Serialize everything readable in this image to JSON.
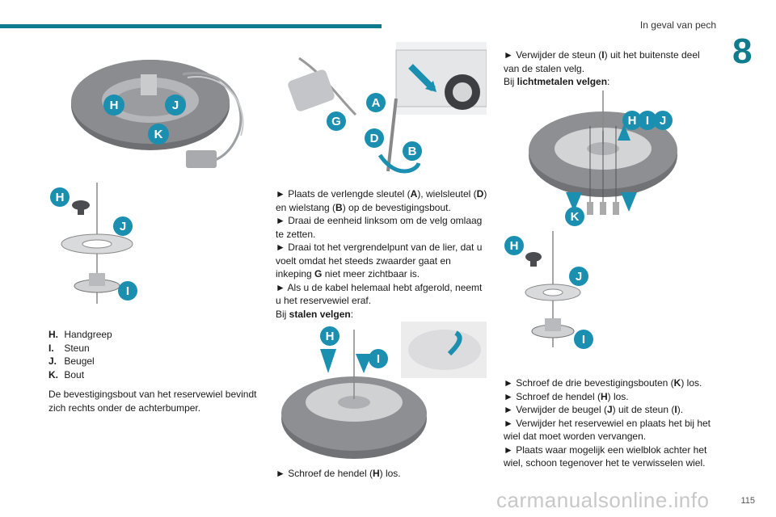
{
  "header": {
    "title": "In geval van pech",
    "chapter": "8"
  },
  "page_number": "115",
  "watermark": "carmanualsonline.info",
  "col1": {
    "figure1_labels": [
      "H",
      "J",
      "K"
    ],
    "figure2_labels": [
      "H",
      "J",
      "I"
    ],
    "legend": [
      {
        "key": "H.",
        "value": "Handgreep"
      },
      {
        "key": "I.",
        "value": "Steun"
      },
      {
        "key": "J.",
        "value": "Beugel"
      },
      {
        "key": "K.",
        "value": "Bout"
      }
    ],
    "paragraph": "De bevestigingsbout van het reservewiel bevindt zich rechts onder de achterbumper."
  },
  "col2": {
    "figure1_labels": [
      "A",
      "G",
      "D",
      "B"
    ],
    "p1_a": "► Plaats de verlengde sleutel (",
    "p1_b": "A",
    "p1_c": "), wielsleutel (",
    "p1_d": "D",
    "p1_e": ") en wielstang (",
    "p1_f": "B",
    "p1_g": ") op de bevestigingsbout.",
    "p2": "► Draai de eenheid linksom om de velg omlaag te zetten.",
    "p3_a": "► Draai tot het vergrendelpunt van de lier, dat u voelt omdat het steeds zwaarder gaat en inkeping ",
    "p3_b": "G",
    "p3_c": " niet meer zichtbaar is.",
    "p4": "► Als u de kabel helemaal hebt afgerold, neemt u het reservewiel eraf.",
    "p5_a": "Bij ",
    "p5_b": "stalen velgen",
    "p5_c": ":",
    "figure2_labels": [
      "H",
      "I"
    ],
    "p6_a": "► Schroef de hendel (",
    "p6_b": "H",
    "p6_c": ") los."
  },
  "col3": {
    "p1_a": "► Verwijder de steun (",
    "p1_b": "I",
    "p1_c": ") uit het buitenste deel van de stalen velg.",
    "p2_a": "Bij ",
    "p2_b": "lichtmetalen velgen",
    "p2_c": ":",
    "figure1_labels": [
      "H",
      "I",
      "J",
      "K"
    ],
    "figure2_labels": [
      "H",
      "J",
      "I"
    ],
    "s1_a": "► Schroef de drie bevestigingsbouten (",
    "s1_b": "K",
    "s1_c": ") los.",
    "s2_a": "► Schroef de hendel (",
    "s2_b": "H",
    "s2_c": ") los.",
    "s3_a": "► Verwijder de beugel (",
    "s3_b": "J",
    "s3_c": ") uit de steun (",
    "s3_d": "I",
    "s3_e": ").",
    "s4": "► Verwijder het reservewiel en plaats het bij het wiel dat moet worden vervangen.",
    "s5": "► Plaats waar mogelijk een wielblok achter het wiel, schoon tegenover het te verwisselen wiel."
  },
  "colors": {
    "accent": "#0e7c8c",
    "callout": "#1a8fb0"
  }
}
